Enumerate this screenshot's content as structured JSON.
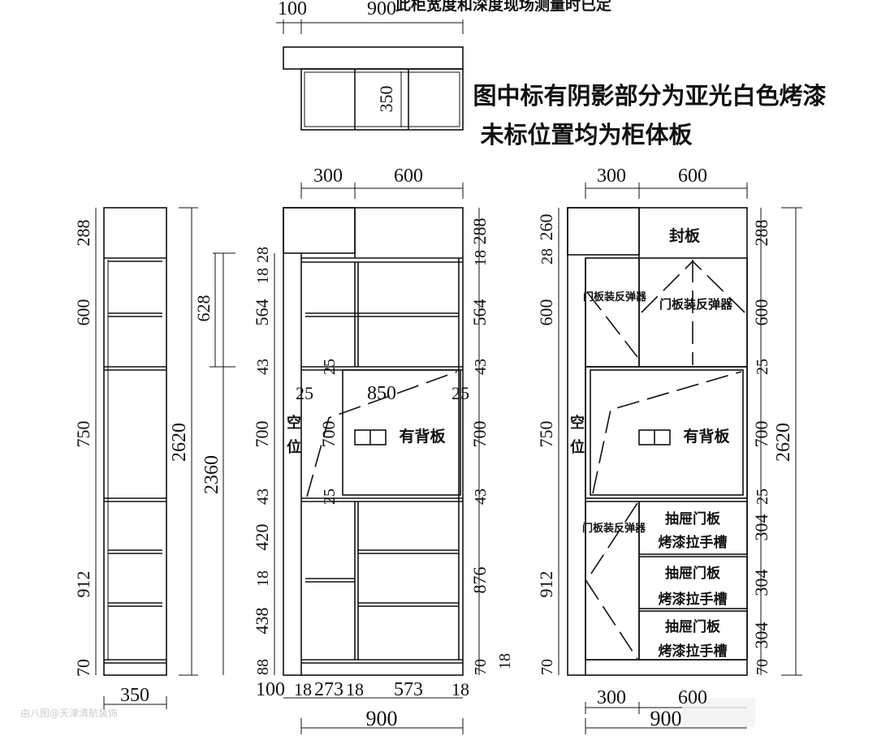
{
  "top_plan": {
    "dim_left": "100",
    "dim_width": "900",
    "note": "此柜宽度和深度现场测量时已定",
    "depth": "350"
  },
  "notes": {
    "line1": "图中标有阴影部分为亚光白色烤漆",
    "line2": "未标位置均为柜体板"
  },
  "side_view": {
    "heights": [
      "288",
      "600",
      "750",
      "912",
      "70"
    ],
    "total": "2620",
    "depth": "350"
  },
  "front_elevation": {
    "top_dims": [
      "300",
      "600"
    ],
    "outer_left": {
      "total": "2360",
      "upper": "628"
    },
    "inner_left": [
      "18",
      "28",
      "564",
      "43",
      "700",
      "43",
      "420",
      "18",
      "438",
      "88"
    ],
    "right": [
      "18",
      "288",
      "564",
      "43",
      "700",
      "43",
      "876",
      "18",
      "70"
    ],
    "niche": {
      "left": "25",
      "width": "850",
      "right": "25",
      "top": "25",
      "height": "700",
      "bottom": "25",
      "back_label": "有背板",
      "empty_label": [
        "空",
        "位"
      ]
    },
    "bottom_dims": [
      "100",
      "18",
      "273",
      "18",
      "573",
      "18"
    ],
    "bottom_total": "900"
  },
  "door_elevation": {
    "top_dims": [
      "300",
      "600"
    ],
    "cap_label": "封板",
    "hinge_label": "门板装反弹器",
    "back_label": "有背板",
    "empty_label": [
      "空",
      "位"
    ],
    "drawer_label": [
      "抽屉门板",
      "烤漆拉手槽"
    ],
    "left_dims": [
      "28",
      "260",
      "600",
      "750",
      "912",
      "70"
    ],
    "right_dims": [
      "288",
      "600",
      "25",
      "700",
      "25",
      "304",
      "304",
      "304",
      "70"
    ],
    "total": "2620",
    "bottom_dims": [
      "300",
      "600"
    ],
    "bottom_total": "900"
  },
  "watermark": "由八图@天津清航装饰"
}
